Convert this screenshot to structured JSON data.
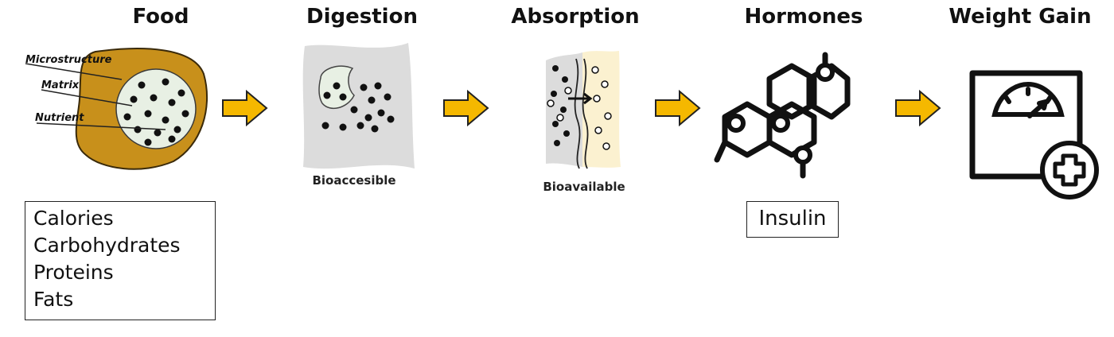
{
  "stages": [
    {
      "title": "Food"
    },
    {
      "title": "Digestion",
      "caption": "Bioaccesible"
    },
    {
      "title": "Absorption",
      "caption": "Bioavailable"
    },
    {
      "title": "Hormones"
    },
    {
      "title": "Weight Gain"
    }
  ],
  "food_labels": {
    "microstructure": "Microstructure",
    "matrix": "Matrix",
    "nutrient": "Nutrient"
  },
  "food_box": [
    "Calories",
    "Carbohydrates",
    "Proteins",
    "Fats"
  ],
  "hormone_box": "Insulin",
  "colors": {
    "arrow": "#F5B800",
    "food_shell": "#C8901B",
    "matrix": "#e8f0e4"
  },
  "icons": {
    "arrow": "right-arrow-icon",
    "hormone": "hormone-molecule-icon",
    "scale": "scale-plus-icon"
  }
}
